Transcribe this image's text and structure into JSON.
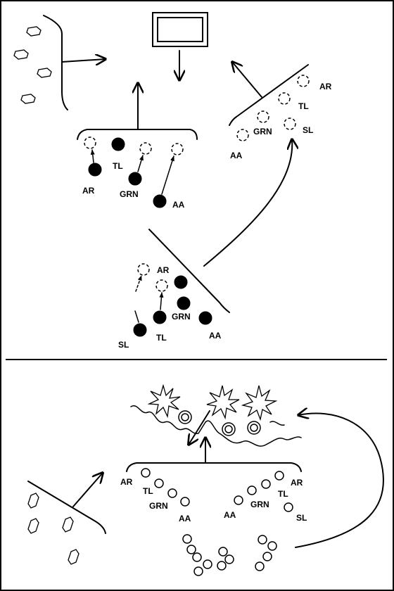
{
  "colors": {
    "ink": "#000000",
    "paper": "#ffffff"
  },
  "top_panel": {
    "center_group_labels": {
      "ar": "AR",
      "tl": "TL",
      "grn": "GRN",
      "aa": "AA"
    },
    "right_group_labels": {
      "ar": "AR",
      "tl": "TL",
      "grn": "GRN",
      "sl": "SL",
      "aa": "AA"
    },
    "bottom_group_labels": {
      "ar": "AR",
      "grn": "GRN",
      "sl": "SL",
      "tl": "TL",
      "aa": "AA"
    }
  },
  "bottom_panel": {
    "left_group_labels": {
      "ar": "AR",
      "tl": "TL",
      "grn": "GRN",
      "aa": "AA"
    },
    "right_group_labels": {
      "ar": "AR",
      "tl": "TL",
      "grn": "GRN",
      "aa": "AA",
      "sl": "SL"
    }
  }
}
